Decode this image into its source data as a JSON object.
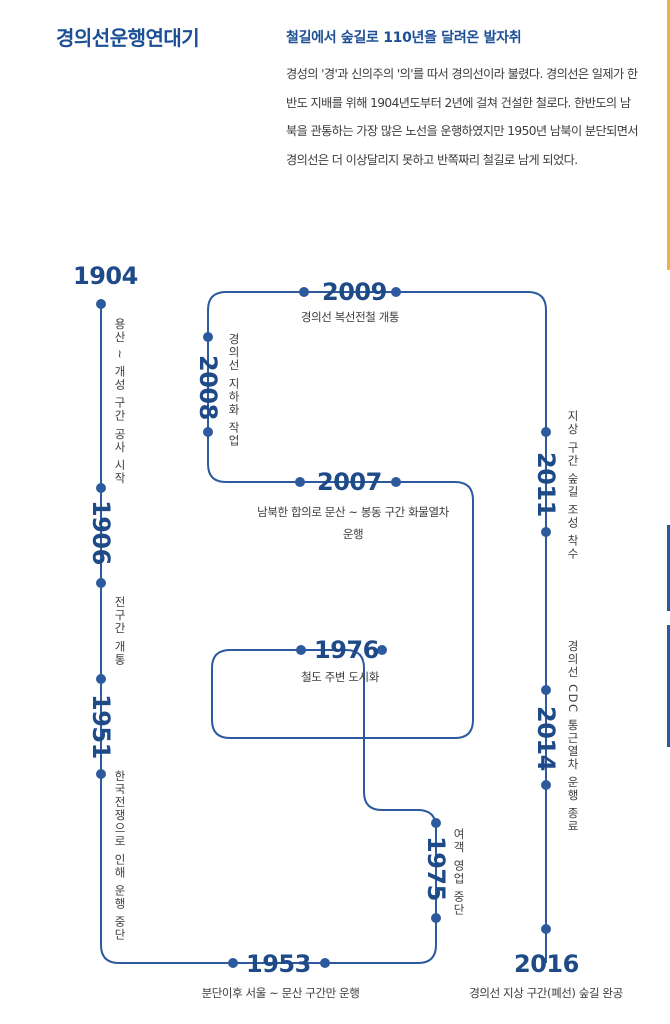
{
  "header": {
    "title": "경의선운행연대기",
    "subtitle": "철길에서 숲길로 110년을 달려온 발자취",
    "description": "경성의 '경'과 신의주의 '의'를 따서 경의선이라 불렸다. 경의선은 일제가 한반도 지배를 위해 1904년도부터 2년에 걸쳐 건설한 철로다. 한반도의 남북을 관통하는 가장 많은 노선을 운행하였지만 1950년 남북이 분단되면서 경의선은 더 이상달리지 못하고 반쪽짜리 철길로 남게 되었다."
  },
  "colors": {
    "title": "#1d4f96",
    "line": "#2d5a9e",
    "year": "#1e4a88",
    "accent_orange": "#f0b24a"
  },
  "events": [
    {
      "year": "1904",
      "label": "용산 ~ 개성 구간 공사 시작"
    },
    {
      "year": "1906",
      "label": "전구간 개통"
    },
    {
      "year": "1951",
      "label": "한국전쟁으로 인해 운행 중단"
    },
    {
      "year": "1953",
      "label": "분단이후 서울 ~ 문산 구간만 운행"
    },
    {
      "year": "1975",
      "label": "여객 영업 중단"
    },
    {
      "year": "1976",
      "label": "철도 주변 도시화"
    },
    {
      "year": "2007",
      "label": "남북한 합의로 문산 ~ 봉동 구간 화물열차 운행"
    },
    {
      "year": "2008",
      "label": "경의선 지하화 작업"
    },
    {
      "year": "2009",
      "label": "경의선 복선전철 개통"
    },
    {
      "year": "2011",
      "label": "지상 구간 숲길 조성 착수"
    },
    {
      "year": "2014",
      "label": "경의선 CDC 통근열차 운행 종료"
    },
    {
      "year": "2016",
      "label": "경의선 지상 구간(폐선) 숲길 완공"
    }
  ]
}
